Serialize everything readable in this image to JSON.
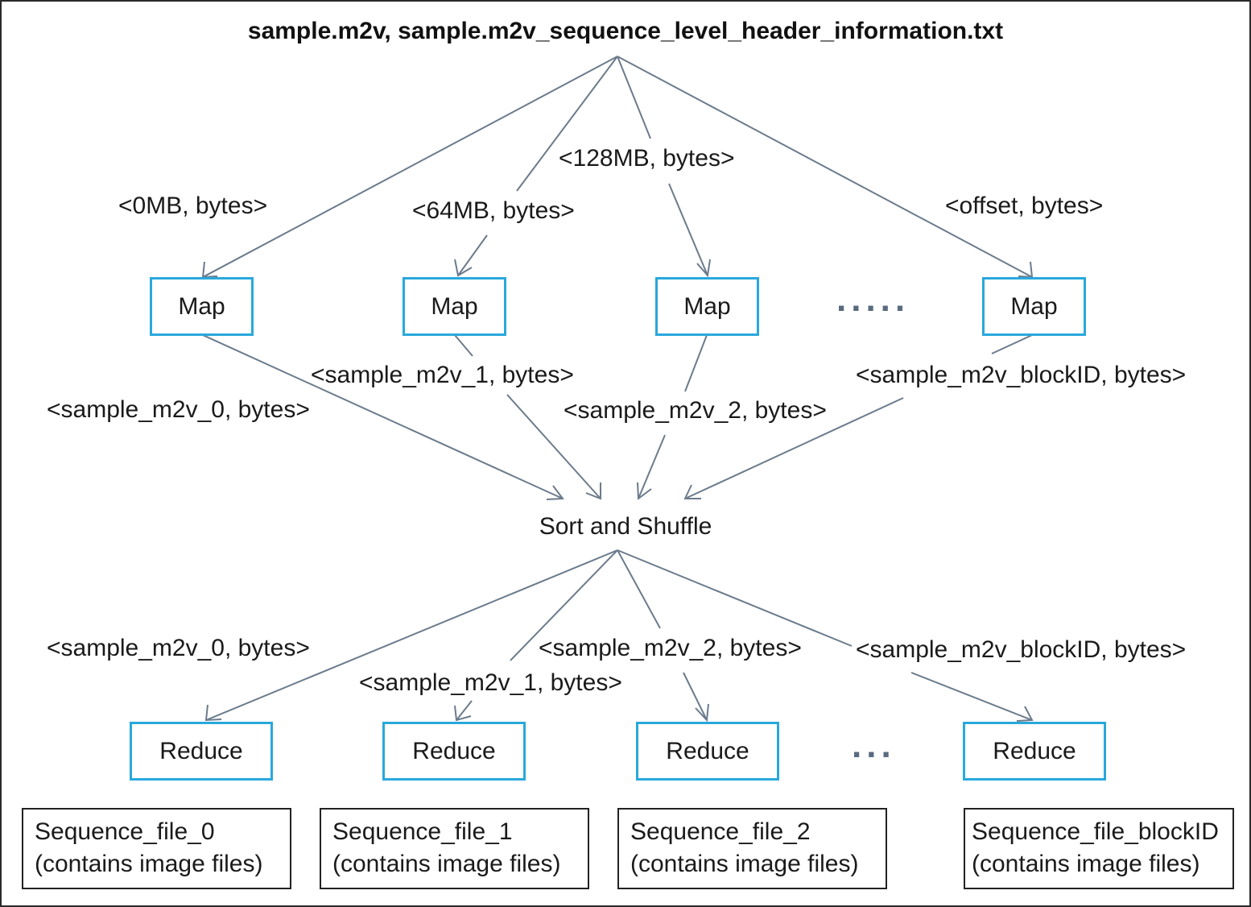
{
  "diagram": {
    "title": "sample.m2v, sample.m2v_sequence_level_header_information.txt",
    "input_labels": [
      "<0MB, bytes>",
      "<64MB, bytes>",
      "<128MB, bytes>",
      "<offset, bytes>"
    ],
    "map_label": "Map",
    "map_ellipsis": ".....",
    "map_output_labels": [
      "<sample_m2v_0, bytes>",
      "<sample_m2v_1, bytes>",
      "<sample_m2v_2, bytes>",
      "<sample_m2v_blockID, bytes>"
    ],
    "shuffle_label": "Sort and Shuffle",
    "reduce_input_labels": [
      "<sample_m2v_0, bytes>",
      "<sample_m2v_1, bytes>",
      "<sample_m2v_2, bytes>",
      "<sample_m2v_blockID, bytes>"
    ],
    "reduce_label": "Reduce",
    "reduce_ellipsis": "...",
    "outputs": [
      {
        "name": "Sequence_file_0",
        "note": "(contains image files)"
      },
      {
        "name": "Sequence_file_1",
        "note": "(contains image files)"
      },
      {
        "name": "Sequence_file_2",
        "note": "(contains image files)"
      },
      {
        "name": "Sequence_file_blockID",
        "note": "(contains image files)"
      }
    ],
    "colors": {
      "box_border": "#29a8dc",
      "arrow": "#6b7b8c",
      "output_border": "#222222"
    }
  }
}
